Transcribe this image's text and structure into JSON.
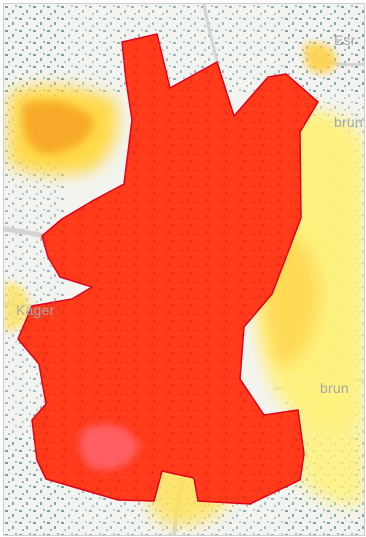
{
  "map": {
    "place_labels": {
      "top_right": "Esr",
      "right_upper": "brun",
      "left_mid": "Kager",
      "right_lower": "brun"
    },
    "colors": {
      "background": "#f3f3f0",
      "vegetation": "#5e8d96",
      "road": "#d9d9d9",
      "low_density": "#fff27a",
      "medium_density": "#ffc23a",
      "high_density": "#f26a1b",
      "highlight_area": "#ff3a1a",
      "highlight_outline": "#e0001c",
      "highlight_patch": "#ff6a7a"
    }
  }
}
